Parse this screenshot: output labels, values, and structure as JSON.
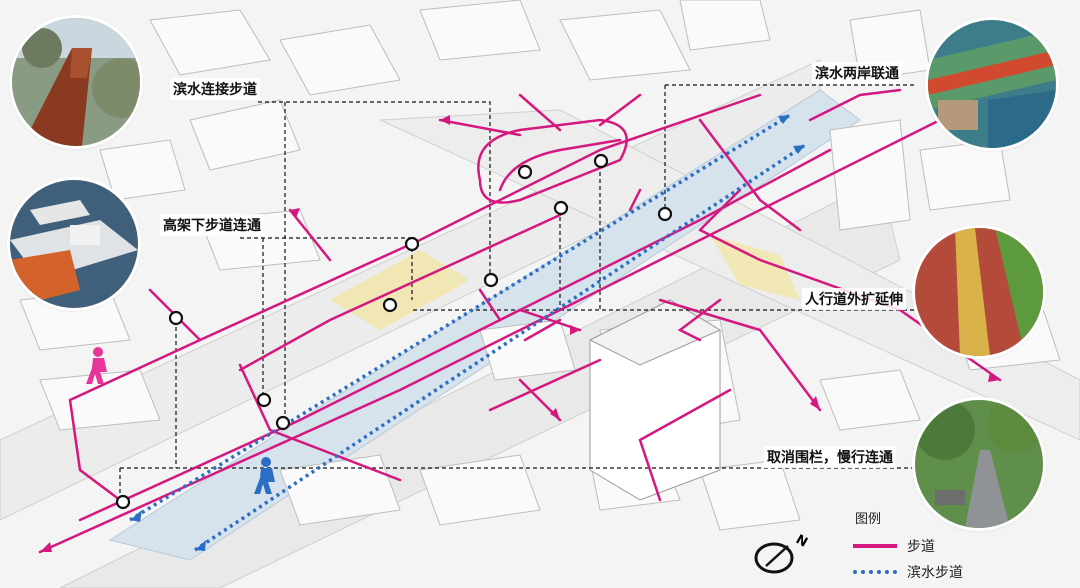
{
  "labels": {
    "binshui_walkway": "滨水连接步道",
    "elevated_walkway": "高架下步道连通",
    "two_bank": "滨水两岸联通",
    "sidewalk_extend": "人行道外扩延伸",
    "remove_fence": "取消围栏，慢行连通"
  },
  "legend": {
    "title": "图例",
    "walkway": "步道",
    "waterfront_walkway": "滨水步道"
  },
  "compass": {
    "letter": "N"
  },
  "colors": {
    "walkway": "#d4187f",
    "waterfront_walkway": "#2a6fc4",
    "river": "#d6e2ec",
    "plaza": "#f3e6a6"
  }
}
